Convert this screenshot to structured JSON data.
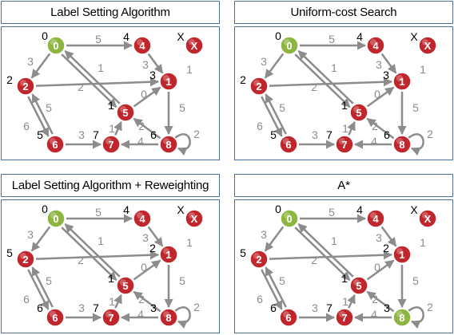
{
  "colors": {
    "frame": "#4a6fa5",
    "edge": "#8c8c8c",
    "node_red": "#c0262c",
    "node_green": "#8db640",
    "weight_text": "#8c8c8c",
    "dist_text": "#000000"
  },
  "edges": [
    {
      "from": "0",
      "to": "4",
      "weight": "5"
    },
    {
      "from": "0",
      "to": "2",
      "weight": "3"
    },
    {
      "from": "0",
      "to": "5",
      "weight": "2"
    },
    {
      "from": "5",
      "to": "0",
      "weight": "1"
    },
    {
      "from": "4",
      "to": "1",
      "weight": "3"
    },
    {
      "from": "2",
      "to": "1",
      "weight": "1"
    },
    {
      "from": "5",
      "to": "1",
      "weight": "0"
    },
    {
      "from": "1",
      "to": "8",
      "weight": "5"
    },
    {
      "from": "2",
      "to": "6",
      "weight": "5"
    },
    {
      "from": "6",
      "to": "2",
      "weight": "6"
    },
    {
      "from": "6",
      "to": "7",
      "weight": "3"
    },
    {
      "from": "7",
      "to": "5",
      "weight": "1"
    },
    {
      "from": "8",
      "to": "7",
      "weight": "4"
    },
    {
      "from": "8",
      "to": "5",
      "weight": "2"
    },
    {
      "from": "8",
      "to": "8",
      "weight": "2"
    }
  ],
  "panels": [
    {
      "title": "Label Setting Algorithm",
      "dist": {
        "0": "0",
        "4": "4",
        "X": "X",
        "2": "2",
        "1": "3",
        "5": "1",
        "6": "5",
        "7": "7",
        "8": "6"
      },
      "green": [
        "0"
      ]
    },
    {
      "title": "Uniform-cost Search",
      "dist": {
        "0": "0",
        "4": "4",
        "X": "X",
        "2": "2",
        "1": "3",
        "5": "1",
        "6": "5",
        "7": "7",
        "8": "6"
      },
      "green": [
        "0"
      ]
    },
    {
      "title": "Label Setting Algorithm + Reweighting",
      "dist": {
        "0": "0",
        "4": "4",
        "X": "X",
        "2": "5",
        "1": "2",
        "5": "1",
        "6": "6",
        "7": "7",
        "8": "3"
      },
      "green": [
        "0"
      ]
    },
    {
      "title": "A*",
      "dist": {
        "0": "0",
        "4": "4",
        "X": "X",
        "2": "5",
        "1": "2",
        "5": "1",
        "6": "6",
        "7": "7",
        "8": "3"
      },
      "green": [
        "0",
        "8"
      ]
    }
  ]
}
